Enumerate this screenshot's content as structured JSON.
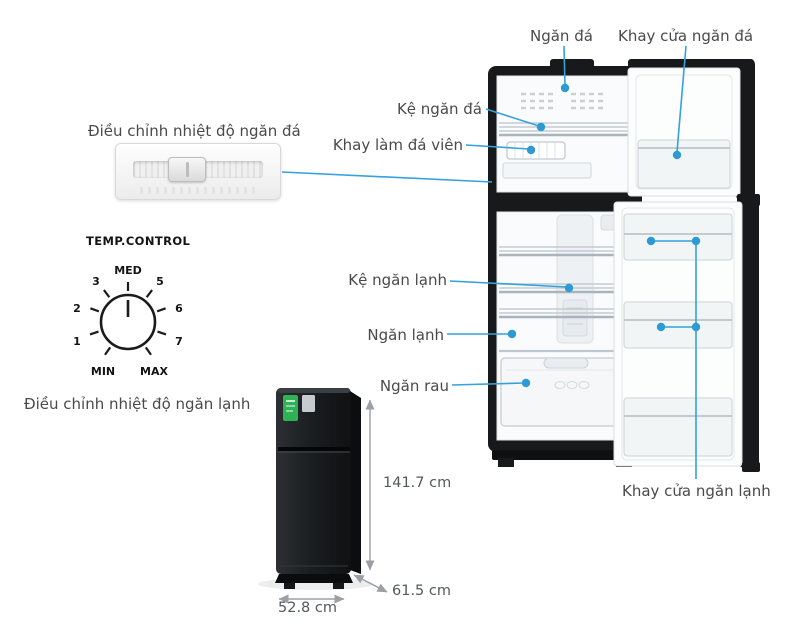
{
  "colors": {
    "leader_line": "#35a2dc",
    "label_text": "#4a4a4a",
    "cabinet_black": "#17191b",
    "accent_green": "#2fb255"
  },
  "annotations": {
    "freezer_compartment": "Ngăn đá",
    "freezer_door_tray": "Khay cửa ngăn đá",
    "freezer_shelf": "Kệ ngăn đá",
    "ice_cube_tray": "Khay làm đá viên",
    "freezer_temp_control": "Điều chỉnh nhiệt độ ngăn đá",
    "fridge_shelf": "Kệ ngăn lạnh",
    "fridge_compartment": "Ngăn lạnh",
    "vegetable_drawer": "Ngăn rau",
    "fridge_door_tray": "Khay cửa ngăn lạnh",
    "fridge_temp_control": "Điều chỉnh nhiệt độ ngăn lạnh"
  },
  "temp_dial": {
    "title": "TEMP.CONTROL",
    "med": "MED",
    "min": "MIN",
    "max": "MAX",
    "n1": "1",
    "n2": "2",
    "n3": "3",
    "n5": "5",
    "n6": "6",
    "n7": "7"
  },
  "dimensions": {
    "height": "141.7 cm",
    "depth": "61.5 cm",
    "width": "52.8 cm"
  }
}
